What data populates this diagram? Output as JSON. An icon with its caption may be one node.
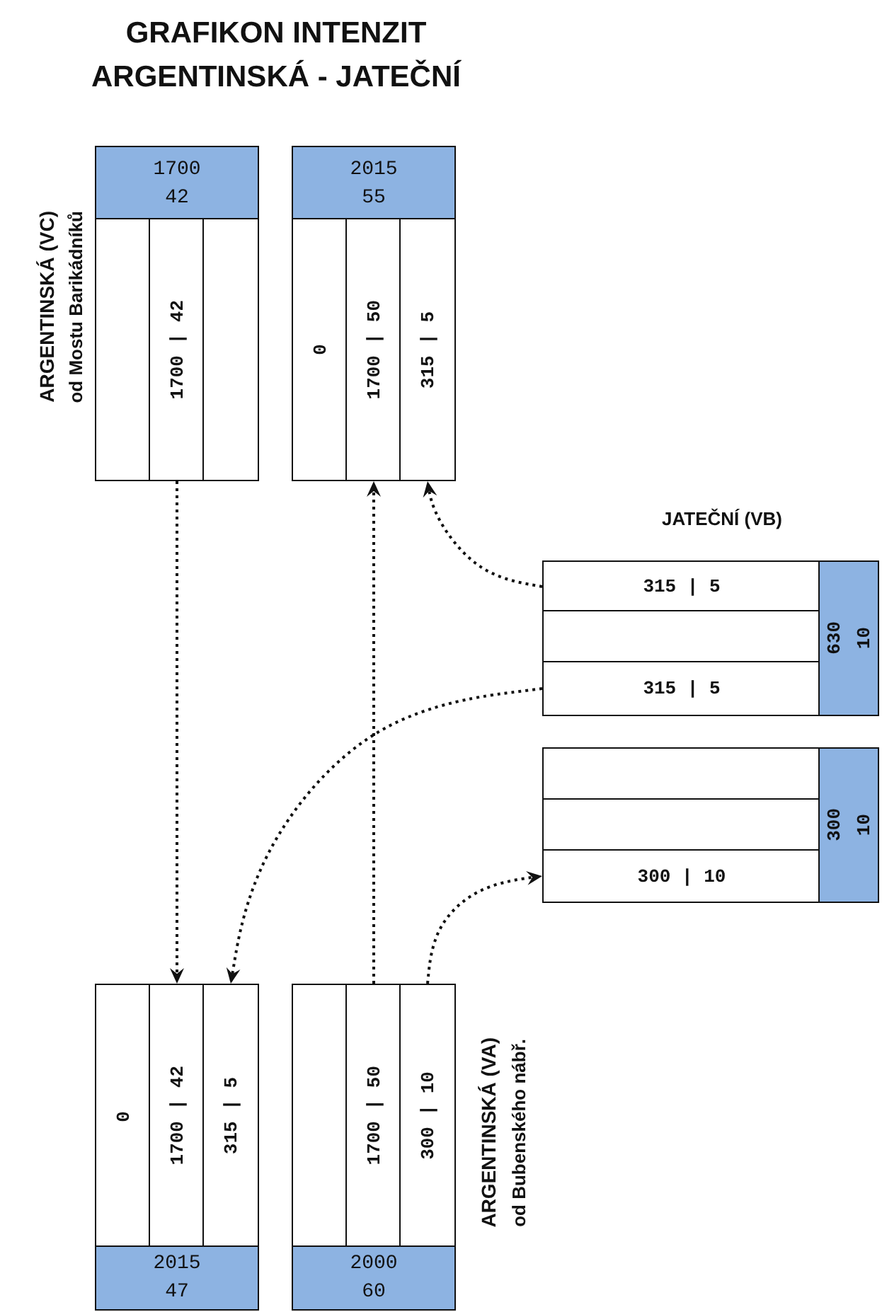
{
  "diagram": {
    "title": "GRAFIKON INTENZIT ARGENTINSKÁ - JATEČNÍ",
    "nodes": [
      {
        "text": [
          "1700",
          "42"
        ]
      },
      {
        "text": [
          "2015",
          "55"
        ]
      },
      {
        "text": [],
        "shape": "box"
      },
      {
        "text": [
          "1700 | 42"
        ]
      },
      {
        "text": [],
        "shape": "box"
      },
      {
        "text": [
          "0"
        ]
      },
      {
        "text": [
          "1700 | 50"
        ]
      },
      {
        "text": [
          "315 | 5"
        ]
      },
      {
        "text": [
          "315 | 5"
        ]
      },
      {
        "text": [],
        "shape": "box"
      },
      {
        "text": [
          "315 | 5"
        ]
      },
      {
        "text": [
          "630",
          "10"
        ]
      },
      {
        "text": [],
        "shape": "box"
      },
      {
        "text": [],
        "shape": "box"
      },
      {
        "text": [
          "300 | 10"
        ]
      },
      {
        "text": [
          "300",
          "10"
        ]
      },
      {
        "text": [
          "0"
        ]
      },
      {
        "text": [
          "1700 | 42"
        ]
      },
      {
        "text": [
          "315 | 5"
        ]
      },
      {
        "text": [],
        "shape": "box"
      },
      {
        "text": [
          "1700 | 50"
        ]
      },
      {
        "text": [
          "300 | 10"
        ]
      },
      {
        "text": [
          "2015",
          "47"
        ]
      },
      {
        "text": [
          "2000",
          "60"
        ]
      }
    ],
    "edges": [
      {
        "from": 3,
        "to": 17,
        "arrow": "to",
        "style": "dashed"
      },
      {
        "from": 20,
        "to": 6,
        "arrow": "to",
        "style": "dashed"
      },
      {
        "from": 8,
        "to": 7,
        "arrow": "to",
        "style": "dashed"
      },
      {
        "from": 10,
        "to": 18,
        "arrow": "to",
        "style": "dashed"
      },
      {
        "from": 21,
        "to": 14,
        "arrow": "to",
        "style": "dashed"
      }
    ],
    "labels": [
      "ARGENTINSKÁ (VC)",
      "od Mostu Barikádníků",
      "JATEČNÍ (VB)",
      "ARGENTINSKÁ (VA)",
      "od Bubenského nábř."
    ]
  }
}
